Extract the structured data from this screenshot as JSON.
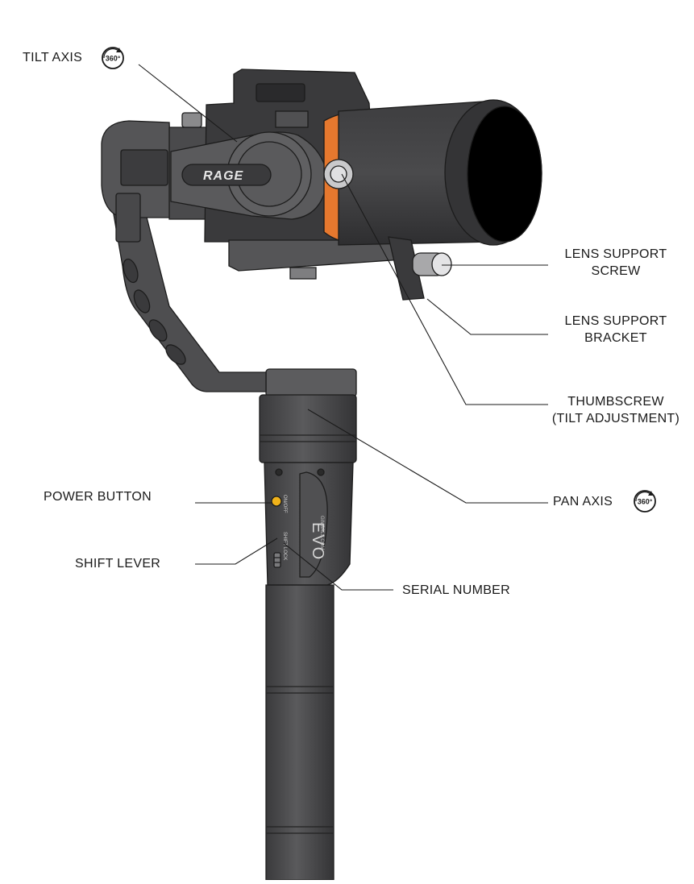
{
  "labels": {
    "tilt_axis": "TILT AXIS",
    "lens_support_screw_1": "LENS SUPPORT",
    "lens_support_screw_2": "SCREW",
    "lens_support_bracket_1": "LENS SUPPORT",
    "lens_support_bracket_2": "BRACKET",
    "thumbscrew_1": "THUMBSCREW",
    "thumbscrew_2": "(TILT ADJUSTMENT)",
    "pan_axis": "PAN AXIS",
    "power_button": "POWER BUTTON",
    "shift_lever": "SHIFT LEVER",
    "serial_number": "SERIAL NUMBER"
  },
  "badges": {
    "rotation": "360°"
  },
  "device": {
    "brand_plate": "RAGE",
    "handle_brand": "EVO",
    "handle_url": "GIMBALS.COM",
    "switch_label": "ON/OFF",
    "shift_label": "SHIFT LOCK"
  },
  "colors": {
    "body": "#4a4a4c",
    "body_dark": "#2e2e30",
    "body_light": "#6a6a6c",
    "lens": "#3a3a3c",
    "accent_orange": "#e6782e",
    "power_led": "#f0b21a",
    "text": "#1a1a1a"
  },
  "icons": [
    "rotation-360-icon"
  ]
}
